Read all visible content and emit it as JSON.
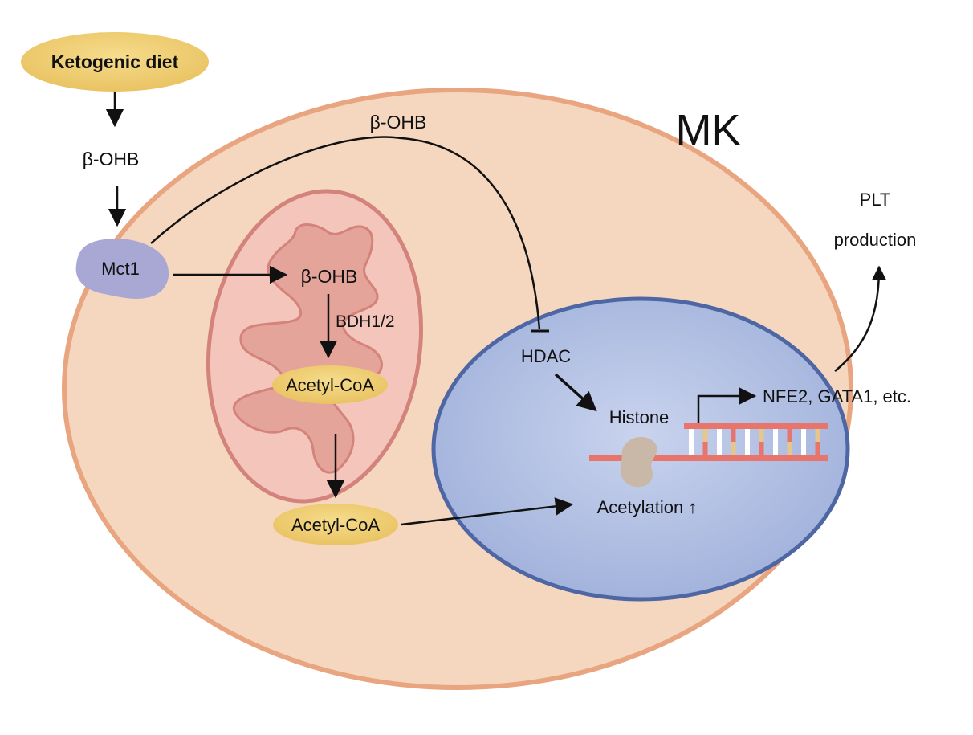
{
  "labels": {
    "ketogenic_diet": "Ketogenic diet",
    "bohb_outside": "β-OHB",
    "bohb_top": "β-OHB",
    "bohb_mito": "β-OHB",
    "mct1": "Mct1",
    "mk": "MK",
    "plt_line1": "PLT",
    "plt_line2": "production",
    "bdh": "BDH1/2",
    "acetyl_coa_mito": "Acetyl-CoA",
    "acetyl_coa_cyto": "Acetyl-CoA",
    "hdac": "HDAC",
    "histone": "Histone",
    "genes": "NFE2, GATA1, etc.",
    "acetylation": "Acetylation ↑"
  },
  "colors": {
    "cell_fill": "#f5d7c0",
    "cell_stroke": "#e8a57f",
    "mito_fill": "#f4c6bb",
    "mito_stroke": "#d4837c",
    "crista_fill": "#e4a49a",
    "nucleus_fill": "#a7b7dc",
    "nucleus_stroke": "#4e66a3",
    "yellow_pill": "#efcf73",
    "mct1_fill": "#a9a7d3",
    "histone_fill": "#c9b8a8",
    "dna_strand": "#e8756b",
    "arrow": "#111111"
  },
  "dna_rung_colors": [
    "#ffffff",
    "#e6c68a",
    "#ffffff",
    "#e8756b"
  ]
}
